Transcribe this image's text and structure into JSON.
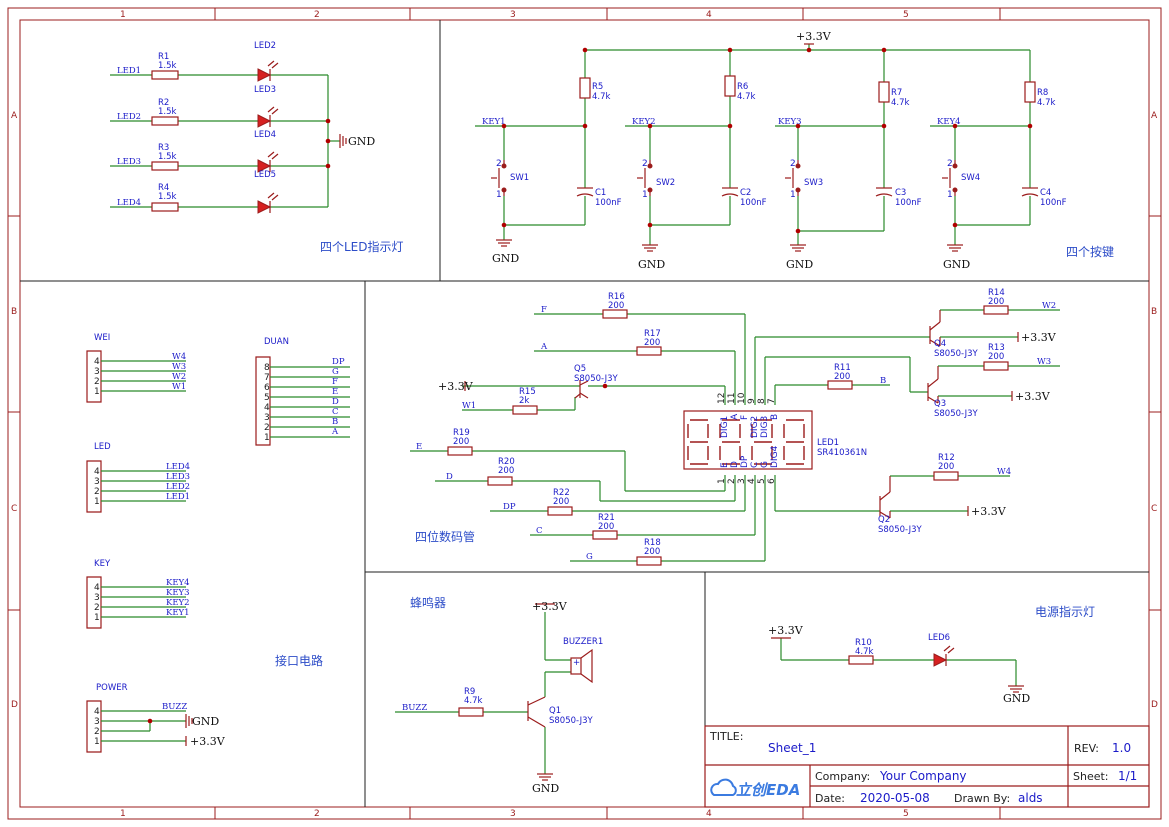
{
  "frame": {
    "columns": [
      "1",
      "2",
      "3",
      "4",
      "5"
    ],
    "rows": [
      "A",
      "B",
      "C",
      "D"
    ]
  },
  "sections": {
    "led_indicators": "四个LED指示灯",
    "keys": "四个按键",
    "display": "四位数码管",
    "interface": "接口电路",
    "buzzer": "蜂鸣器",
    "power_led": "电源指示灯"
  },
  "nets": {
    "gnd": "GND",
    "vcc": "+3.3V",
    "led": [
      "LED1",
      "LED2",
      "LED3",
      "LED4"
    ],
    "key": [
      "KEY1",
      "KEY2",
      "KEY3",
      "KEY4"
    ],
    "buzz": "BUZZ"
  },
  "led_block": {
    "resistors": [
      {
        "ref": "R1",
        "value": "1.5k"
      },
      {
        "ref": "R2",
        "value": "1.5k"
      },
      {
        "ref": "R3",
        "value": "1.5k"
      },
      {
        "ref": "R4",
        "value": "1.5k"
      }
    ],
    "leds": [
      "LED2",
      "LED3",
      "LED4",
      "LED5"
    ]
  },
  "key_block": {
    "resistors": [
      {
        "ref": "R5",
        "value": "4.7k"
      },
      {
        "ref": "R6",
        "value": "4.7k"
      },
      {
        "ref": "R7",
        "value": "4.7k"
      },
      {
        "ref": "R8",
        "value": "4.7k"
      }
    ],
    "switches": [
      "SW1",
      "SW2",
      "SW3",
      "SW4"
    ],
    "caps": [
      {
        "ref": "C1",
        "value": "100nF"
      },
      {
        "ref": "C2",
        "value": "100nF"
      },
      {
        "ref": "C3",
        "value": "100nF"
      },
      {
        "ref": "C4",
        "value": "100nF"
      }
    ],
    "sw_pins": [
      "2",
      "1"
    ]
  },
  "connectors": {
    "wei": {
      "name": "WEI",
      "pins": [
        "4",
        "3",
        "2",
        "1"
      ],
      "nets": [
        "W4",
        "W3",
        "W2",
        "W1"
      ]
    },
    "led": {
      "name": "LED",
      "pins": [
        "4",
        "3",
        "2",
        "1"
      ],
      "nets": [
        "LED4",
        "LED3",
        "LED2",
        "LED1"
      ]
    },
    "key": {
      "name": "KEY",
      "pins": [
        "4",
        "3",
        "2",
        "1"
      ],
      "nets": [
        "KEY4",
        "KEY3",
        "KEY2",
        "KEY1"
      ]
    },
    "power": {
      "name": "POWER",
      "pins": [
        "4",
        "3",
        "2",
        "1"
      ],
      "nets": [
        "BUZZ",
        "GND",
        "+3.3V"
      ]
    },
    "duan": {
      "name": "DUAN",
      "pins": [
        "8",
        "7",
        "6",
        "5",
        "4",
        "3",
        "2",
        "1"
      ],
      "nets": [
        "DP",
        "G",
        "F",
        "E",
        "D",
        "C",
        "B",
        "A"
      ]
    }
  },
  "display_block": {
    "part_ref": "LED1",
    "part_value": "SR410361N",
    "top_pins": [
      "12",
      "11",
      "10",
      "9",
      "8",
      "7"
    ],
    "top_names": [
      "DIG1",
      "A",
      "F",
      "DIG2",
      "DIG3",
      "B"
    ],
    "bot_pins": [
      "1",
      "2",
      "3",
      "4",
      "5",
      "6"
    ],
    "bot_names": [
      "E",
      "D",
      "DP",
      "C",
      "G",
      "DIG4"
    ],
    "resistors": [
      {
        "ref": "R16",
        "value": "200",
        "net": "F"
      },
      {
        "ref": "R17",
        "value": "200",
        "net": "A"
      },
      {
        "ref": "R11",
        "value": "200",
        "net": "B"
      },
      {
        "ref": "R19",
        "value": "200",
        "net": "E"
      },
      {
        "ref": "R20",
        "value": "200",
        "net": "D"
      },
      {
        "ref": "R22",
        "value": "200",
        "net": "DP"
      },
      {
        "ref": "R21",
        "value": "200",
        "net": "C"
      },
      {
        "ref": "R18",
        "value": "200",
        "net": "G"
      },
      {
        "ref": "R15",
        "value": "2k",
        "net": "W1"
      },
      {
        "ref": "R14",
        "value": "200",
        "net": "W2"
      },
      {
        "ref": "R13",
        "value": "200",
        "net": "W3"
      },
      {
        "ref": "R12",
        "value": "200",
        "net": "W4"
      }
    ],
    "transistors": [
      {
        "ref": "Q5",
        "value": "S8050-J3Y"
      },
      {
        "ref": "Q4",
        "value": "S8050-J3Y"
      },
      {
        "ref": "Q3",
        "value": "S8050-J3Y"
      },
      {
        "ref": "Q2",
        "value": "S8050-J3Y"
      }
    ]
  },
  "buzzer_block": {
    "r": {
      "ref": "R9",
      "value": "4.7k"
    },
    "q": {
      "ref": "Q1",
      "value": "S8050-J3Y"
    },
    "buzzer": "BUZZER1",
    "plus": "+"
  },
  "power_block": {
    "r": {
      "ref": "R10",
      "value": "4.7k"
    },
    "led": "LED6"
  },
  "title_block": {
    "title_label": "TITLE:",
    "title": "Sheet_1",
    "rev_label": "REV:",
    "rev": "1.0",
    "company_label": "Company:",
    "company": "Your Company",
    "sheet_label": "Sheet:",
    "sheet": "1/1",
    "date_label": "Date:",
    "date": "2020-05-08",
    "drawn_label": "Drawn By:",
    "drawn": "alds",
    "logo": "立创EDA"
  }
}
